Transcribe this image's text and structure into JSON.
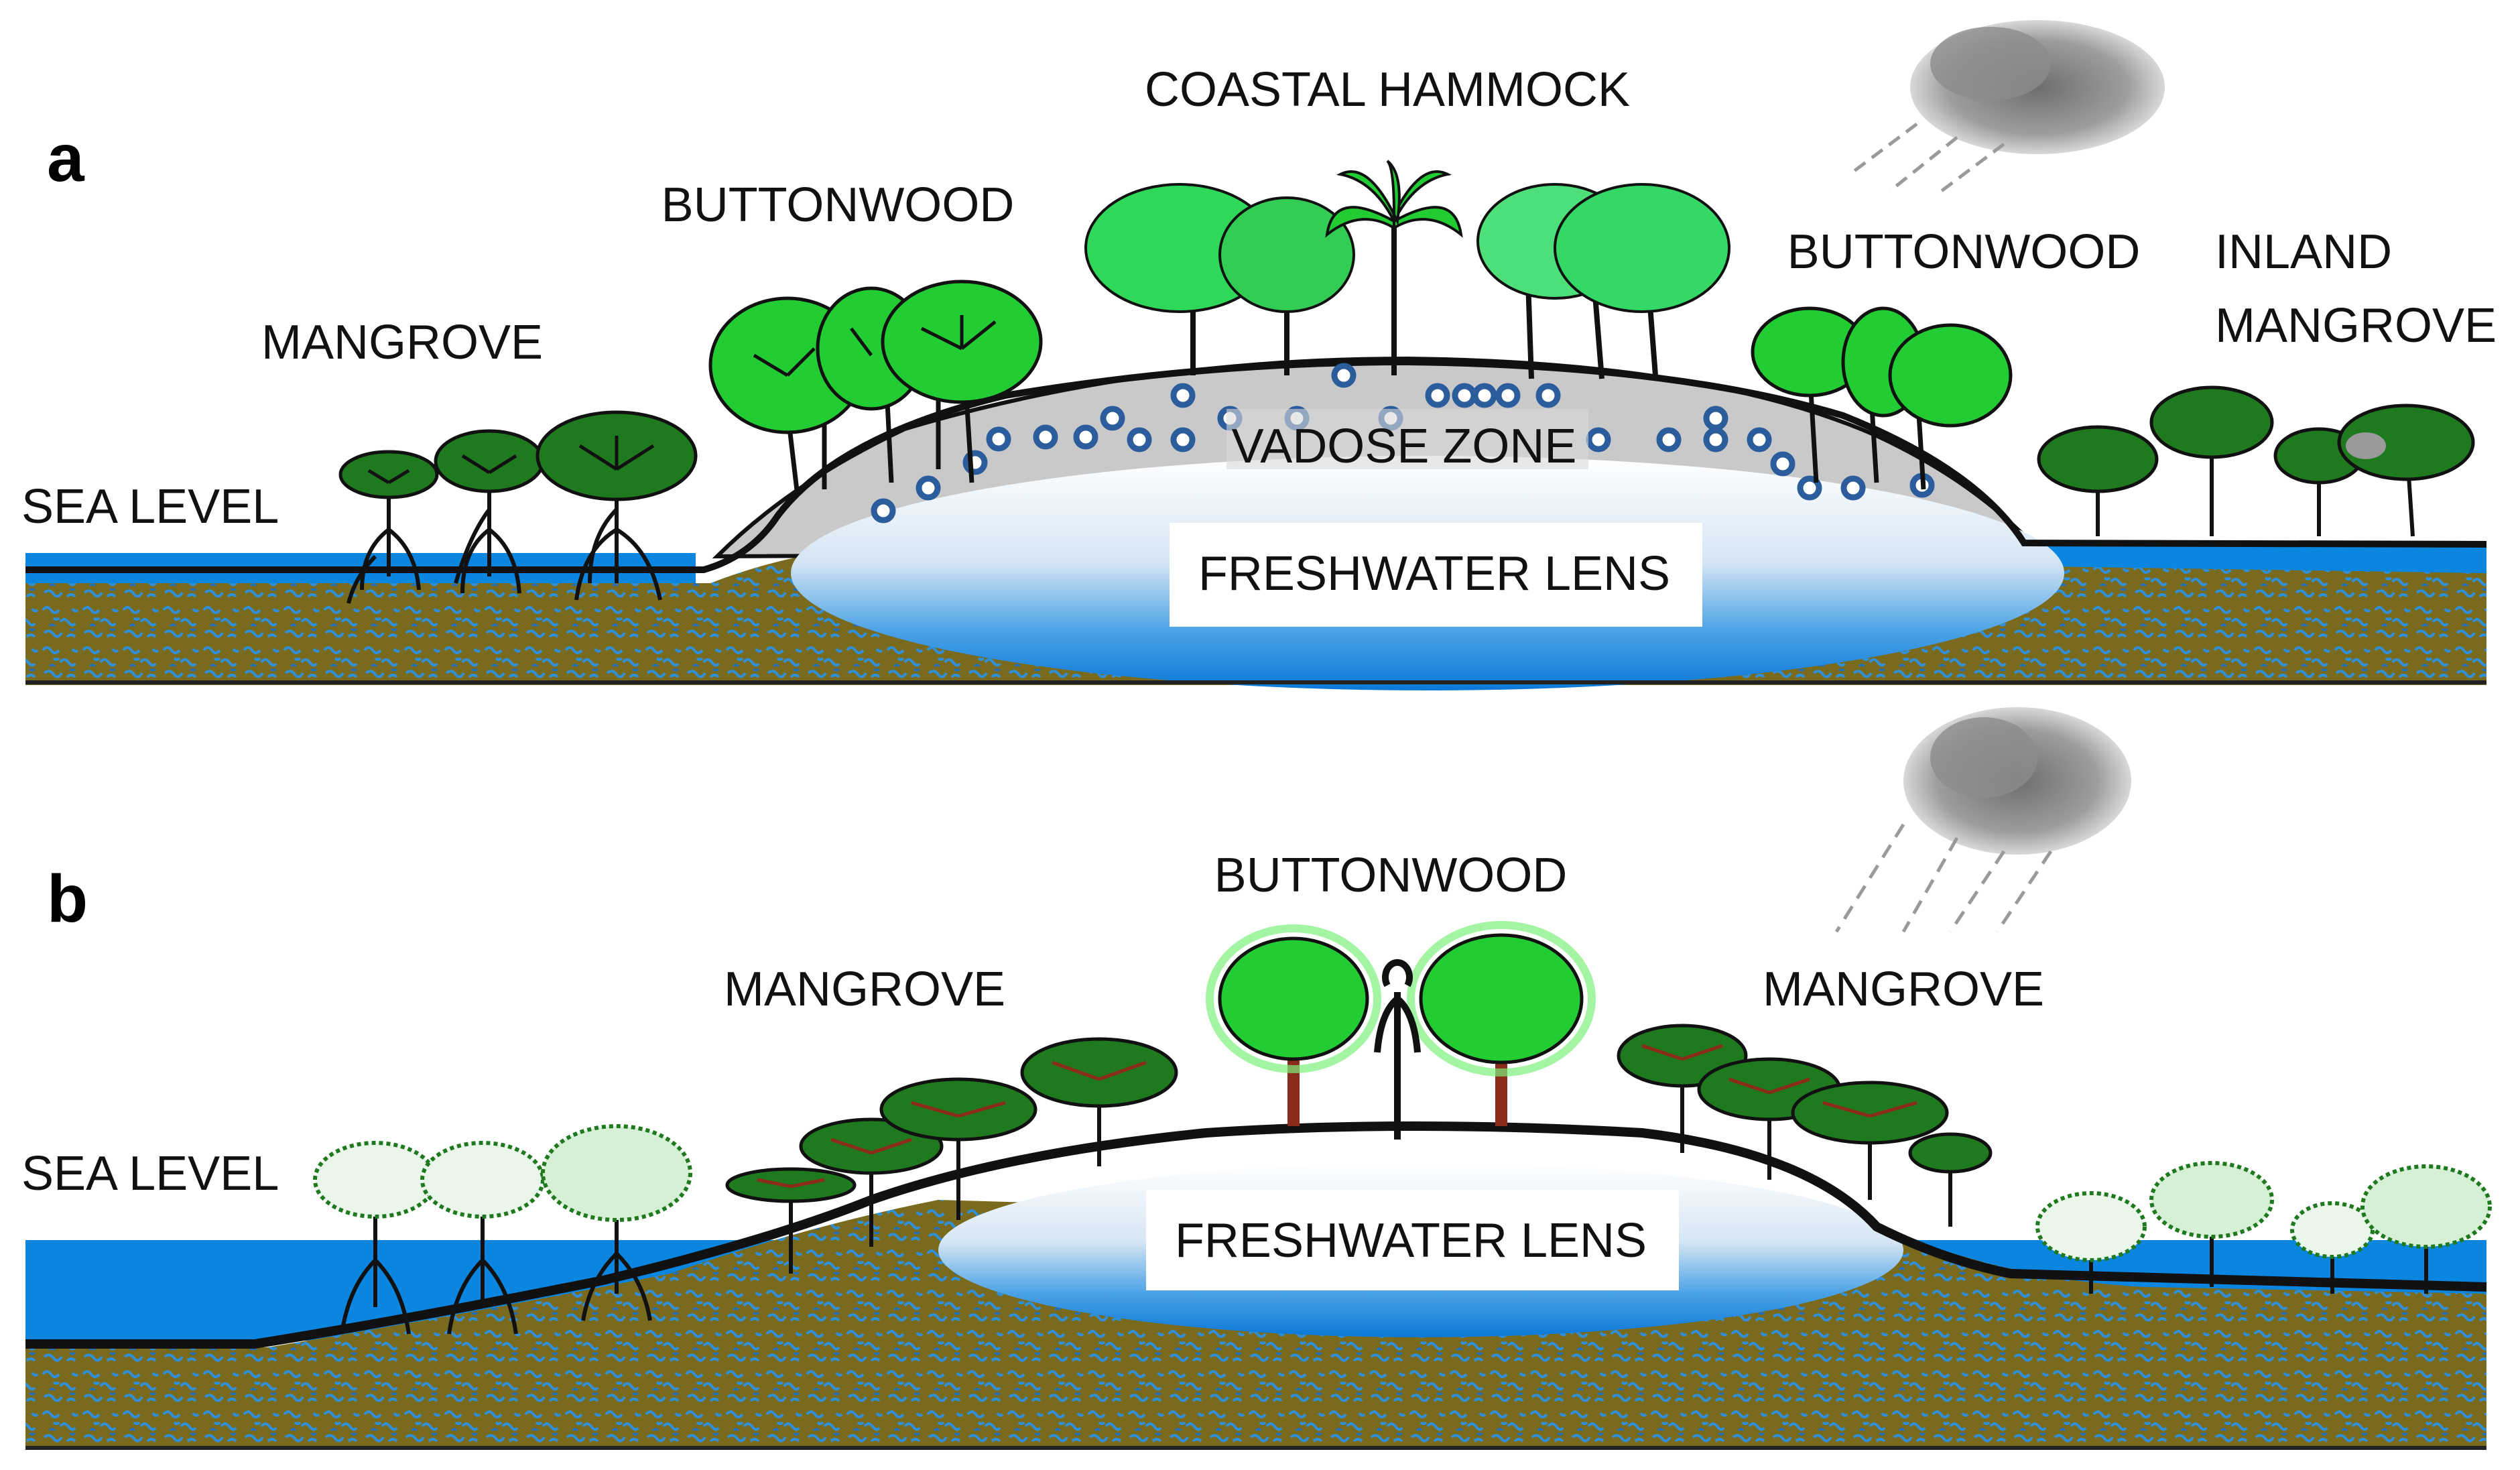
{
  "panels": [
    {
      "letter": "a",
      "labels": {
        "sea_level": "SEA LEVEL",
        "mangrove": "MANGROVE",
        "buttonwood_left": "BUTTONWOOD",
        "coastal_hammock": "COASTAL HAMMOCK",
        "buttonwood_right": "BUTTONWOOD",
        "inland_line1": "INLAND",
        "inland_line2": "MANGROVE",
        "vadose_zone": "VADOSE ZONE",
        "freshwater_lens": "FRESHWATER  LENS"
      }
    },
    {
      "letter": "b",
      "labels": {
        "sea_level": "SEA LEVEL",
        "mangrove_left": "MANGROVE",
        "buttonwood": "BUTTONWOOD",
        "mangrove_right": "MANGROVE",
        "freshwater_lens": "FRESHWATER  LENS"
      }
    }
  ],
  "colors": {
    "sea": "#0a86e0",
    "sediment": "#7a6a1e",
    "sediment_speckle": "#2f8fd8",
    "ground_line": "#111111",
    "vadose": "#c9c9c9",
    "tree_bright": "#22cc33",
    "tree_pale": "#7cf07c",
    "tree_dark": "#1f7a1f",
    "bark": "#8b2b1a",
    "cloud": "#8c8c8c"
  }
}
